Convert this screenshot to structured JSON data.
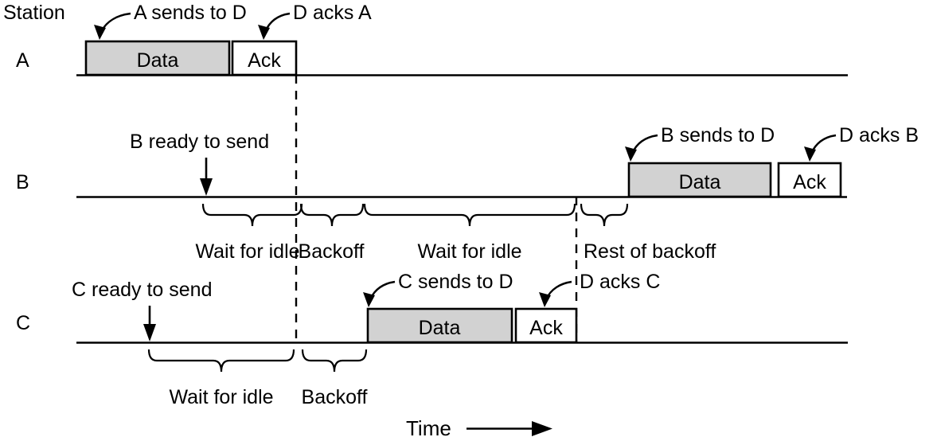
{
  "figure": {
    "title_label": "Station",
    "time_axis_label": "Time"
  },
  "colors": {
    "data_frame_fill": "#d2d2d2",
    "ack_frame_fill": "#ffffff",
    "stroke": "#000000",
    "background": "#ffffff"
  },
  "rows": [
    {
      "id": "A",
      "label": "A",
      "frames": [
        {
          "type": "data",
          "label": "Data"
        },
        {
          "type": "ack",
          "label": "Ack"
        }
      ],
      "annotations": [
        {
          "text": "A sends to D"
        },
        {
          "text": "D acks A"
        }
      ],
      "braces": []
    },
    {
      "id": "B",
      "label": "B",
      "frames": [
        {
          "type": "data",
          "label": "Data"
        },
        {
          "type": "ack",
          "label": "Ack"
        }
      ],
      "annotations": [
        {
          "text": "B ready to send"
        },
        {
          "text": "B sends to D"
        },
        {
          "text": "D acks B"
        }
      ],
      "braces": [
        {
          "text": "Wait for idle"
        },
        {
          "text": "Backoff"
        },
        {
          "text": "Wait for idle"
        },
        {
          "text": "Rest of backoff"
        }
      ]
    },
    {
      "id": "C",
      "label": "C",
      "frames": [
        {
          "type": "data",
          "label": "Data"
        },
        {
          "type": "ack",
          "label": "Ack"
        }
      ],
      "annotations": [
        {
          "text": "C ready to send"
        },
        {
          "text": "C sends to D"
        },
        {
          "text": "D acks C"
        }
      ],
      "braces": [
        {
          "text": "Wait for idle"
        },
        {
          "text": "Backoff"
        }
      ]
    }
  ]
}
